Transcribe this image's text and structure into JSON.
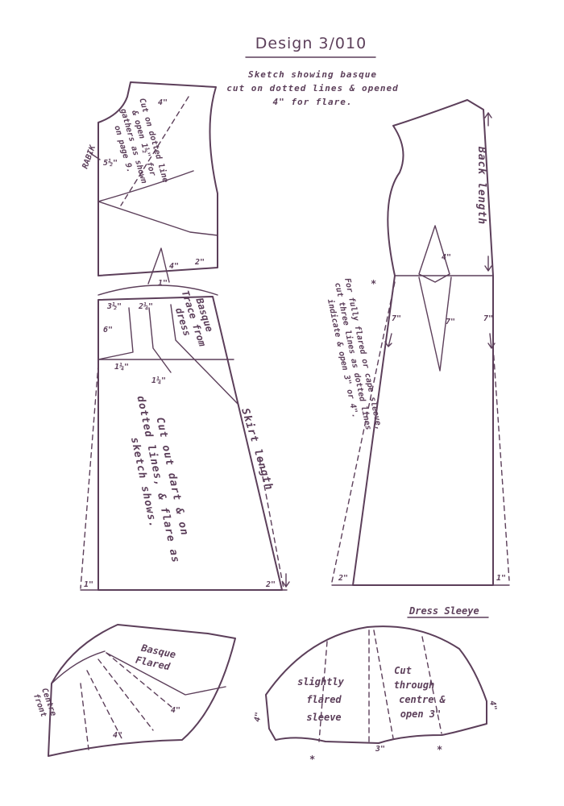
{
  "header": {
    "title": "Design 3/010",
    "subtitle_lines": [
      "Sketch showing basque",
      "cut on dotted lines & opened",
      "4\" for flare."
    ]
  },
  "front_bodice": {
    "instruction_lines": [
      "Cut on dotted line",
      "& open 1½\" for",
      "gathers as shown",
      "on page 9."
    ],
    "m_top": "4\"",
    "m_side": "5½\"",
    "rabik": "RABIK",
    "m_dart": "4\"",
    "m_dart_base": "1\"",
    "m_waist": "2\""
  },
  "basque_band": {
    "label_lines": [
      "Basque",
      "Trace from",
      "dress"
    ],
    "m_a": "3½\"",
    "m_b": "2¼\"",
    "m_c": "6\"",
    "m_d": "1¼\"",
    "m_e": "1¼\""
  },
  "front_skirt": {
    "instruction_lines": [
      "Cut out dart & on",
      "dotted lines, & flare as",
      "sketch shows."
    ],
    "length_label": "Skirt length",
    "hem_left": "1\"",
    "hem_right": "2\""
  },
  "back": {
    "length_label": "Back length",
    "dart_top": "4\"",
    "dart_bottom": "7\"",
    "side_left": "7\"",
    "side_right": "7\"",
    "note_lines": [
      "For fully flared or cape sleeve,",
      "cut three lines as dotted lines",
      "indicate & open 3\" or 4\"."
    ],
    "hem_left": "2\"",
    "hem_right": "1\""
  },
  "basque_flared": {
    "label_lines": [
      "Basque",
      "Flared"
    ],
    "centre_front_lines": [
      "Centre",
      "front"
    ],
    "m_inner": "4\"",
    "m_outer": "4\""
  },
  "sleeve": {
    "heading": "Dress Sleeye",
    "left_text": [
      "slightly",
      "flared",
      "sleeve"
    ],
    "right_text": [
      "Cut",
      "through",
      "centre &",
      "open 3\""
    ],
    "m_left": "4\"",
    "m_right": "4\"",
    "m_bottom": "3\"",
    "star": "*"
  }
}
